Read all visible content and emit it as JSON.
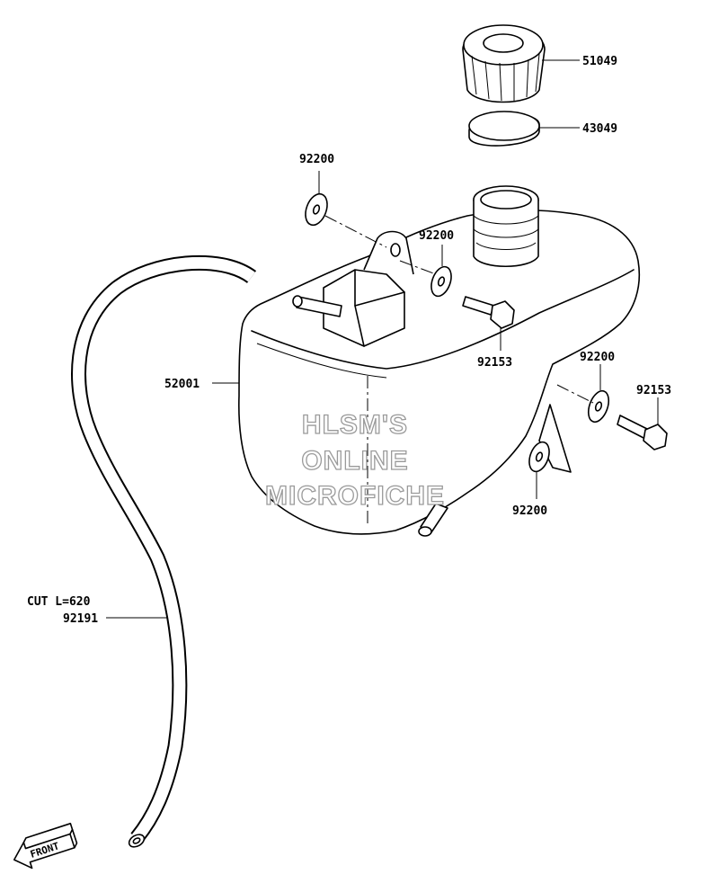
{
  "labels": {
    "cap": "51049",
    "gasket": "43049",
    "washer_top_left": "92200",
    "washer_mount": "92200",
    "bolt_mount": "92153",
    "tank": "52001",
    "washer_right_upper": "92200",
    "bolt_right": "92153",
    "washer_right_lower": "92200",
    "hose_cut": "CUT L=620",
    "hose": "92191"
  },
  "watermark": {
    "line1": "HLSM'S",
    "line2": "ONLINE",
    "line3": "MICROFICHE"
  },
  "front_arrow": "FRONT"
}
